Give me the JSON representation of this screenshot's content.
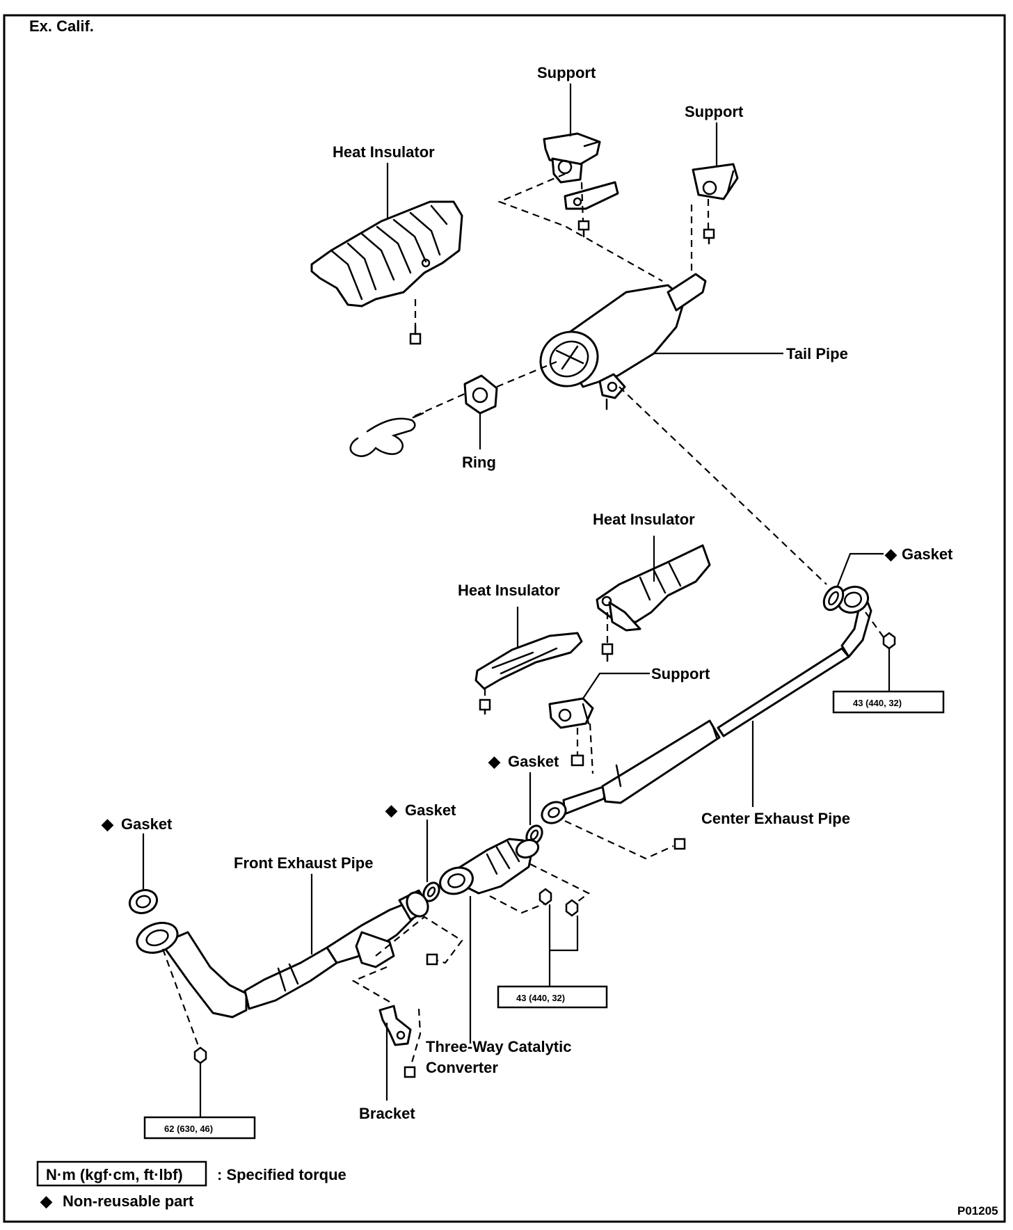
{
  "header": {
    "variant": "Ex. Calif."
  },
  "labels": {
    "support_top_left": "Support",
    "support_top_right": "Support",
    "heat_insulator_top": "Heat Insulator",
    "tail_pipe": "Tail Pipe",
    "ring": "Ring",
    "heat_insulator_mid_right": "Heat Insulator",
    "heat_insulator_mid_left": "Heat Insulator",
    "gasket_right": "Gasket",
    "support_mid": "Support",
    "gasket_mid": "Gasket",
    "center_exhaust_pipe": "Center Exhaust Pipe",
    "gasket_left": "Gasket",
    "gasket_center": "Gasket",
    "front_exhaust_pipe": "Front Exhaust Pipe",
    "three_way_line1": "Three-Way Catalytic",
    "three_way_line2": "Converter",
    "bracket": "Bracket"
  },
  "torque": {
    "right": "43 (440, 32)",
    "middle": "43 (440, 32)",
    "left": "62 (630, 46)"
  },
  "legend": {
    "torque_unit": "N·m (kgf·cm, ft·lbf)",
    "torque_desc": ":  Specified torque",
    "non_reusable_symbol": "◆",
    "non_reusable_desc": "Non-reusable part"
  },
  "figure_code": "P01205",
  "marks": {
    "non_reusable_symbol": "◆"
  }
}
